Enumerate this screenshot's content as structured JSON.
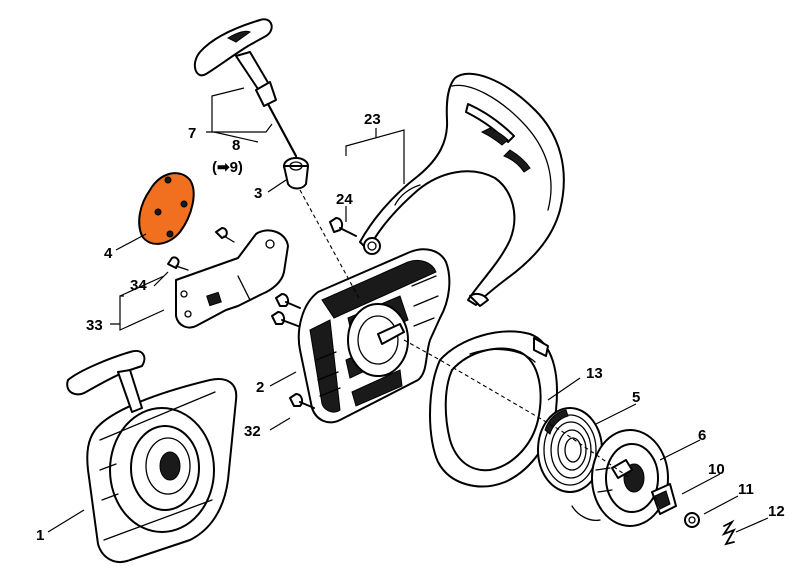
{
  "colors": {
    "highlight": "#F07020",
    "line": "#000000",
    "background": "#FFFFFF"
  },
  "callouts": {
    "p1": "1",
    "p2": "2",
    "p3": "3",
    "p4": "4",
    "p5": "5",
    "p6": "6",
    "p7": "7",
    "p8": "8",
    "p9_ref": "(➡9)",
    "p10": "10",
    "p11": "11",
    "p12": "12",
    "p13": "13",
    "p23": "23",
    "p24": "24",
    "p32": "32",
    "p33": "33",
    "p34": "34"
  },
  "highlighted_part": "4"
}
